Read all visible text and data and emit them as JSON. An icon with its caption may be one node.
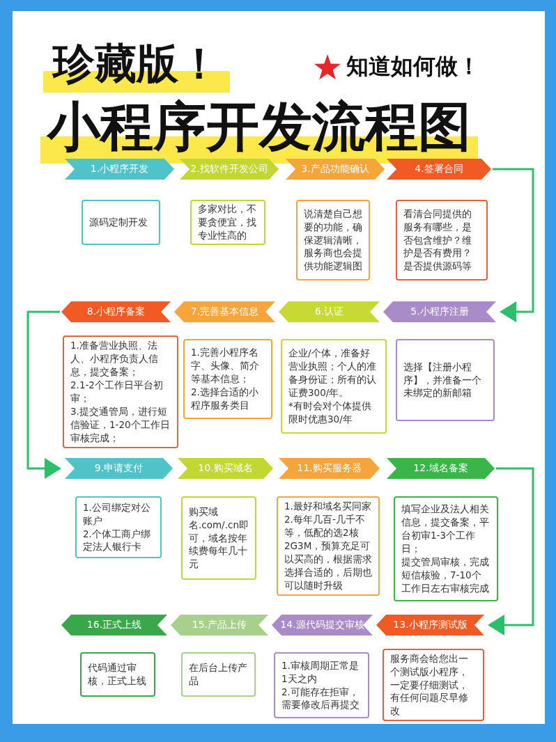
{
  "diagram": {
    "title": "小程序开发流程图",
    "nodes": [
      {
        "text": [
          "1.小程序开发"
        ]
      },
      {
        "text": [
          "源码定制开发"
        ]
      },
      {
        "text": [
          "2.找软件开发公司"
        ]
      },
      {
        "text": [
          "多家对比，不要贪便宜，找专业性高的"
        ]
      },
      {
        "text": [
          "3.产品功能确认"
        ]
      },
      {
        "text": [
          "说清楚自己想要的功能，确保逻辑清晰，服务商也会提供功能逻辑图"
        ]
      },
      {
        "text": [
          "4.签署合同"
        ]
      },
      {
        "text": [
          "看清合同提供的服务有哪些，是否包含维护？维护是否有费用？是否提供源码等"
        ]
      },
      {
        "text": [
          "5.小程序注册"
        ]
      },
      {
        "text": [
          "选择【注册小程序】，并准备一个未绑定的新邮箱"
        ]
      },
      {
        "text": [
          "6.认证"
        ]
      },
      {
        "text": [
          "企业/个体，准备好营业执照；个人的准备身份证；所有的认证费300/年。",
          "*有时会对个体提供限时优惠30/年"
        ]
      },
      {
        "text": [
          "7.完善基本信息"
        ]
      },
      {
        "text": [
          "1.完善小程序名字、头像、简介等基本信息；",
          "2.选择合适的小程序服务类目"
        ]
      },
      {
        "text": [
          "8.小程序备案"
        ]
      },
      {
        "text": [
          "1.准备营业执照、法人、小程序负责人信息，提交备案；",
          "2.1-2个工作日平台初审；",
          "3.提交通管局，进行短信验证，1-20个工作日审核完成；"
        ]
      },
      {
        "text": [
          "9.申请支付"
        ]
      },
      {
        "text": [
          "1.公司绑定对公账户",
          "2.个体工商户绑定法人银行卡"
        ]
      },
      {
        "text": [
          "10.购买域名"
        ]
      },
      {
        "text": [
          "购买域名.com/.cn即可，域名按年续费每年几十元"
        ]
      },
      {
        "text": [
          "11.购买服务器"
        ]
      },
      {
        "text": [
          "1.最好和域名买同家",
          "2.每年几百-几千不等，低配的选2核2G3M，预算充足可以买高的，根据需求选择合适的，后期也可以随时升级"
        ]
      },
      {
        "text": [
          "12.域名备案"
        ]
      },
      {
        "text": [
          "填写企业及法人相关信息，提交备案，平台初审1-3个工作日；",
          "提交管局审核，完成短信核验，7-10个工作日左右审核完成"
        ]
      },
      {
        "text": [
          "13.小程序测试版"
        ]
      },
      {
        "text": [
          "服务商会给您出一个测试版小程序，一定要仔细测试，有任何问题尽早修改"
        ]
      },
      {
        "text": [
          "14.源代码提交审核"
        ]
      },
      {
        "text": [
          "1.审核周期正常是1天之内",
          "2.可能存在拒审，需要修改后再提交"
        ]
      },
      {
        "text": [
          "15.产品上传"
        ]
      },
      {
        "text": [
          "在后台上传产品"
        ]
      },
      {
        "text": [
          "16.正式上线"
        ]
      },
      {
        "text": [
          "代码通过审核，正式上线"
        ]
      }
    ],
    "edges": [
      {
        "from": 6,
        "to": 8,
        "arrow": "to"
      },
      {
        "from": 14,
        "to": 16,
        "arrow": "to"
      },
      {
        "from": 22,
        "to": 24,
        "arrow": "to"
      }
    ],
    "labels": [
      "珍藏版！",
      "知道如何做！"
    ]
  }
}
